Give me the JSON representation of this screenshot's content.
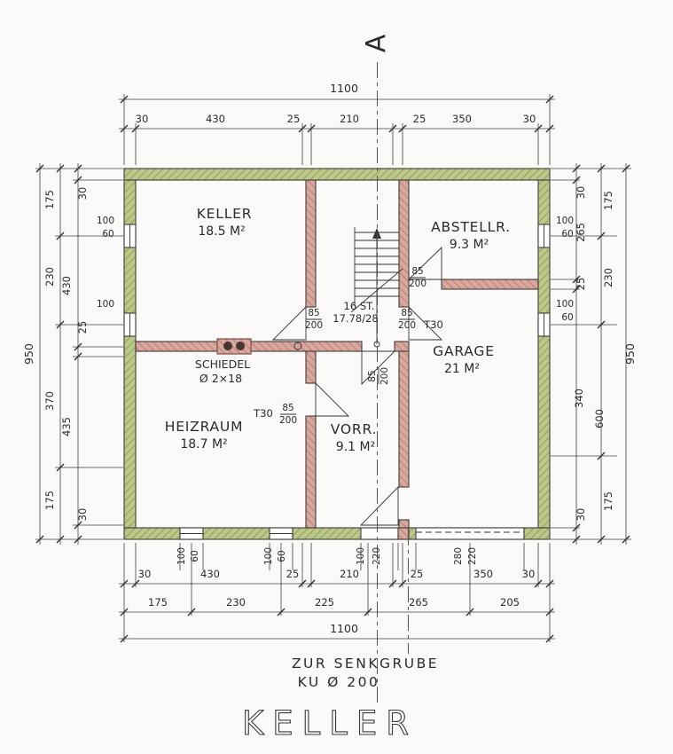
{
  "sheet": {
    "section_marker": "A",
    "title": "KELLER",
    "note_line1": "ZUR SENKGRUBE",
    "note_line2": "KU Ø 200"
  },
  "rooms": {
    "keller": {
      "name": "KELLER",
      "area": "18.5 M²"
    },
    "abstellraum": {
      "name": "ABSTELLR.",
      "area": "9.3 M²"
    },
    "garage": {
      "name": "GARAGE",
      "area": "21 M²"
    },
    "heizraum": {
      "name": "HEIZRAUM",
      "area": "18.7 M²"
    },
    "vorrat": {
      "name": "VORR.",
      "area": "9.1 M²"
    }
  },
  "chimney": {
    "label": "SCHIEDEL",
    "size": "Ø 2×18"
  },
  "stairs": {
    "count": "16 ST.",
    "riser_tread": "17.78/28"
  },
  "door": {
    "width": "85",
    "height": "200",
    "fire_rating": "T30"
  },
  "dims": {
    "top": {
      "overall": "1100",
      "chain": [
        "30",
        "430",
        "25",
        "210",
        "25",
        "350",
        "30"
      ]
    },
    "bottom": {
      "openings": [
        "100",
        "60",
        "100",
        "60",
        "100",
        "220",
        "280",
        "220"
      ],
      "chain": [
        "30",
        "430",
        "25",
        "210",
        "25",
        "350",
        "30"
      ],
      "axes": [
        "175",
        "230",
        "225",
        "265",
        "205"
      ],
      "overall": "1100"
    },
    "left": {
      "overall": "950",
      "chain": [
        "175",
        "30",
        "100",
        "60",
        "230",
        "430",
        "100",
        "25",
        "370",
        "435",
        "175",
        "30"
      ]
    },
    "right": {
      "overall": "950",
      "chain": [
        "30",
        "175",
        "100",
        "60",
        "265",
        "25",
        "230",
        "100",
        "60",
        "340",
        "600",
        "30",
        "175"
      ]
    }
  },
  "colors": {
    "exterior_wall": "#bdc78a",
    "exterior_hatch": "#93a65c",
    "interior_wall": "#d8a89e",
    "interior_hatch": "#c08275",
    "ink": "#3c3c3c",
    "paper": "#fbfaf8"
  }
}
